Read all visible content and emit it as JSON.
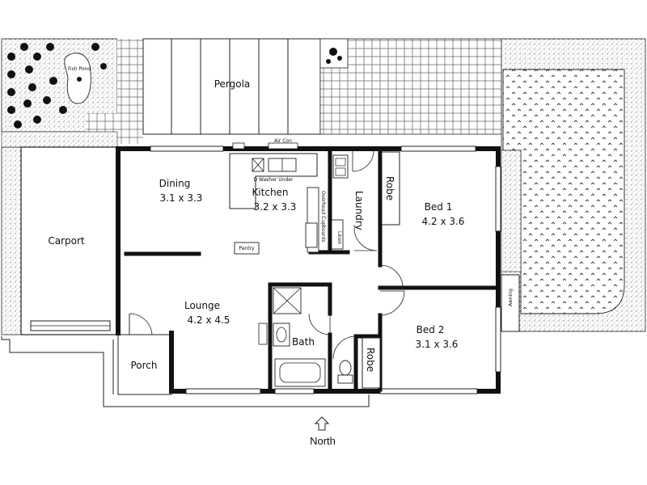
{
  "labels": {
    "pergola": "Pergola",
    "fish_pond": "Fish Pond",
    "carport": "Carport",
    "dining": "Dining",
    "dining_size": "3.1 x 3.3",
    "kitchen": "Kitchen",
    "kitchen_size": "3.2 x 3.3",
    "washer": "D Washer Under",
    "overhead": "Overhead Cupboards",
    "air_con": "Air Con",
    "laundry": "Laundry",
    "linen": "Linen",
    "robe_1": "Robe",
    "bed1": "Bed 1",
    "bed1_size": "4.2 x 3.6",
    "pantry": "Pantry",
    "lounge": "Lounge",
    "lounge_size": "4.2 x 4.5",
    "bath": "Bath",
    "porch": "Porch",
    "robe_2": "Robe",
    "bed2": "Bed 2",
    "bed2_size": "3.1 x 3.6",
    "awning": "Awning",
    "north": "North"
  }
}
